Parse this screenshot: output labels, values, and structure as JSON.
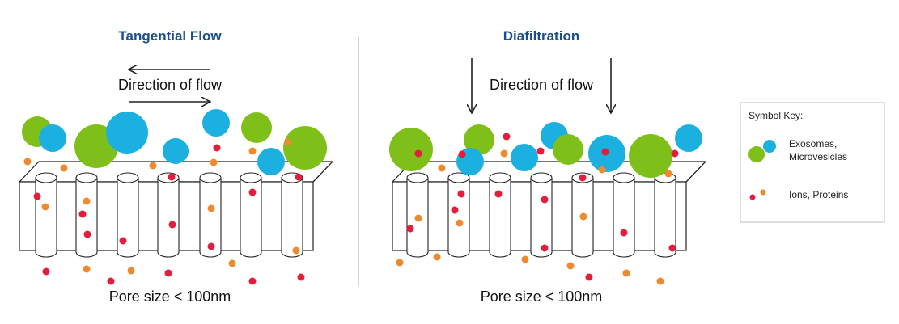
{
  "colors": {
    "title": "#1a4f8c",
    "green": "#7fbf1a",
    "blue": "#1cb0e0",
    "red": "#e21e3c",
    "orange": "#ee8a2d",
    "divider": "#cccccc",
    "outline": "#222222",
    "key_border": "#bbbbbb"
  },
  "icons": {
    "left_arrow": "arrow-left-icon",
    "right_arrow": "arrow-right-icon",
    "down_arrow": "arrow-down-icon"
  },
  "left_panel": {
    "title": "Tangential Flow",
    "flow_label": "Direction of flow",
    "pore_label": "Pore size < 100nm"
  },
  "right_panel": {
    "title": "Diafiltration",
    "flow_label": "Direction of flow",
    "pore_label": "Pore size < 100nm"
  },
  "key": {
    "title": "Symbol Key:",
    "large_line1": "Exosomes,",
    "large_line2": "Microvesicles",
    "small_label": "Ions, Proteins"
  }
}
